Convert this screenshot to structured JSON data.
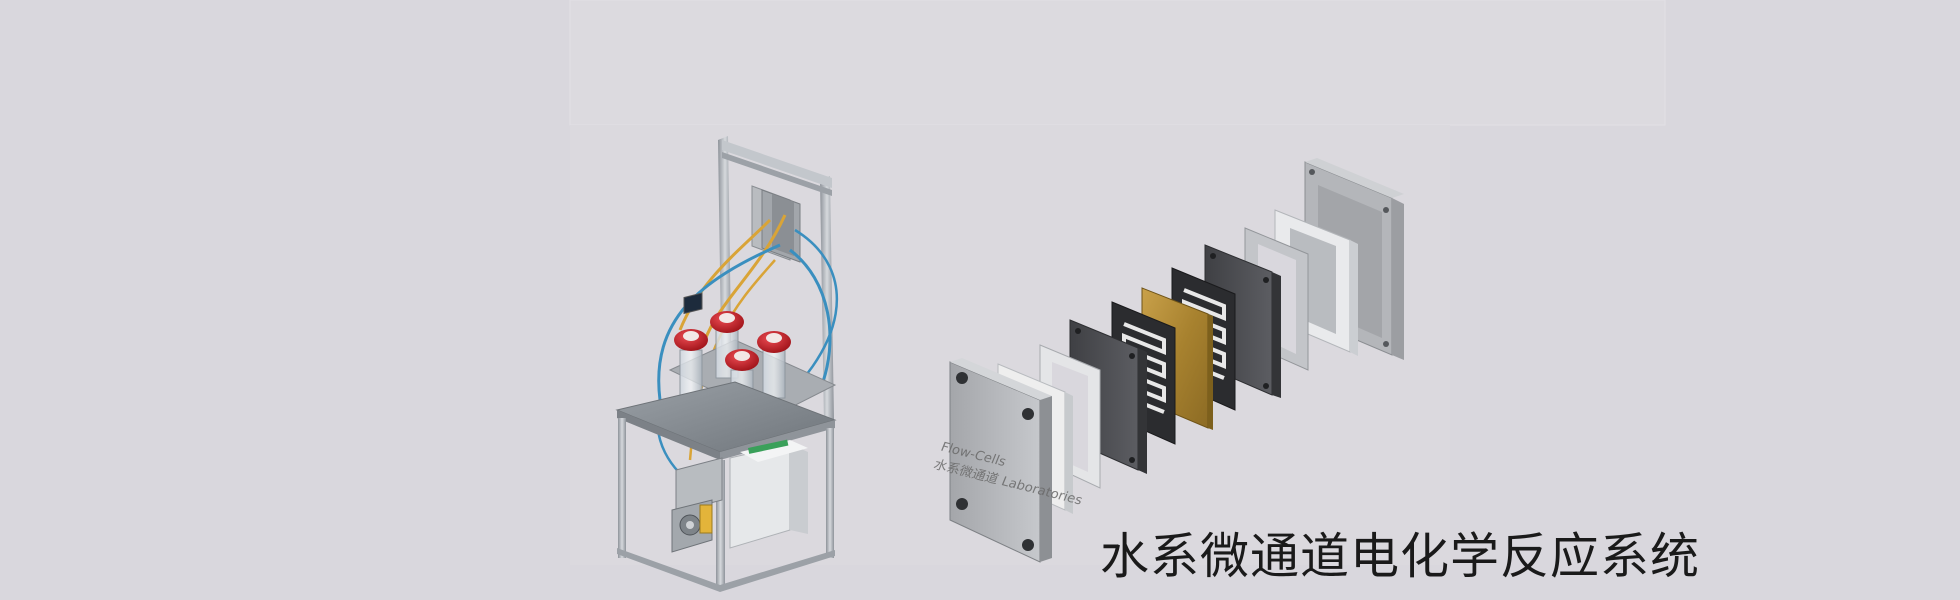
{
  "caption": "水系微通道电化学反应系统",
  "plate_engraving": {
    "line1": "Flow-Cells",
    "line2": "水系微通道 Laboratories"
  },
  "colors": {
    "background": "#d9d7dd",
    "frame_aluminium": "#b8bcc2",
    "reservoir_cap_red": "#c8202a",
    "tube_blue": "#3a8fbf",
    "tube_yellow": "#d9a437",
    "gold_electrode": "#b08a3a",
    "dark_plate": "#4e4e52",
    "caption_text": "#1a1a1a"
  },
  "objects": {
    "left": "flow-reactor-rig",
    "right": "exploded-electrochemical-cell-stack"
  }
}
